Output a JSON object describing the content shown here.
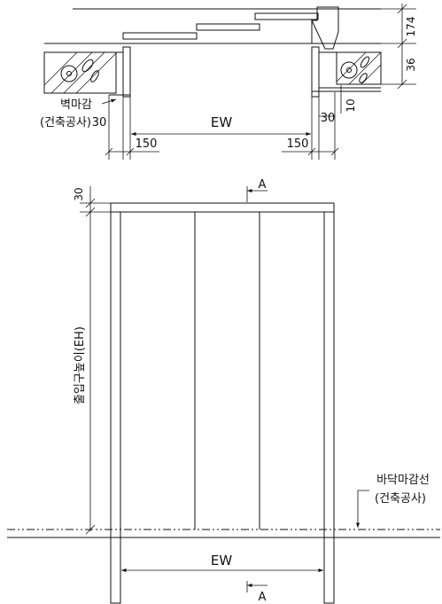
{
  "plan_view": {
    "wall_finish_label": "벽마감",
    "wall_finish_note": "(건축공사)",
    "dim_wall_gap": "30",
    "dim_jamb_left": "150",
    "dim_jamb_right": "150",
    "dim_right_gap": "30",
    "dim_small": "10",
    "dim_top": "174",
    "dim_middle": "36",
    "entrance_width": "EW"
  },
  "elevation_view": {
    "dim_header": "30",
    "entrance_height": "출입구높이(EH)",
    "section_marker_top": "A",
    "section_marker_bottom": "A",
    "floor_finish_label": "바닥마감선",
    "floor_finish_note": "(건축공사)",
    "entrance_width": "EW"
  }
}
